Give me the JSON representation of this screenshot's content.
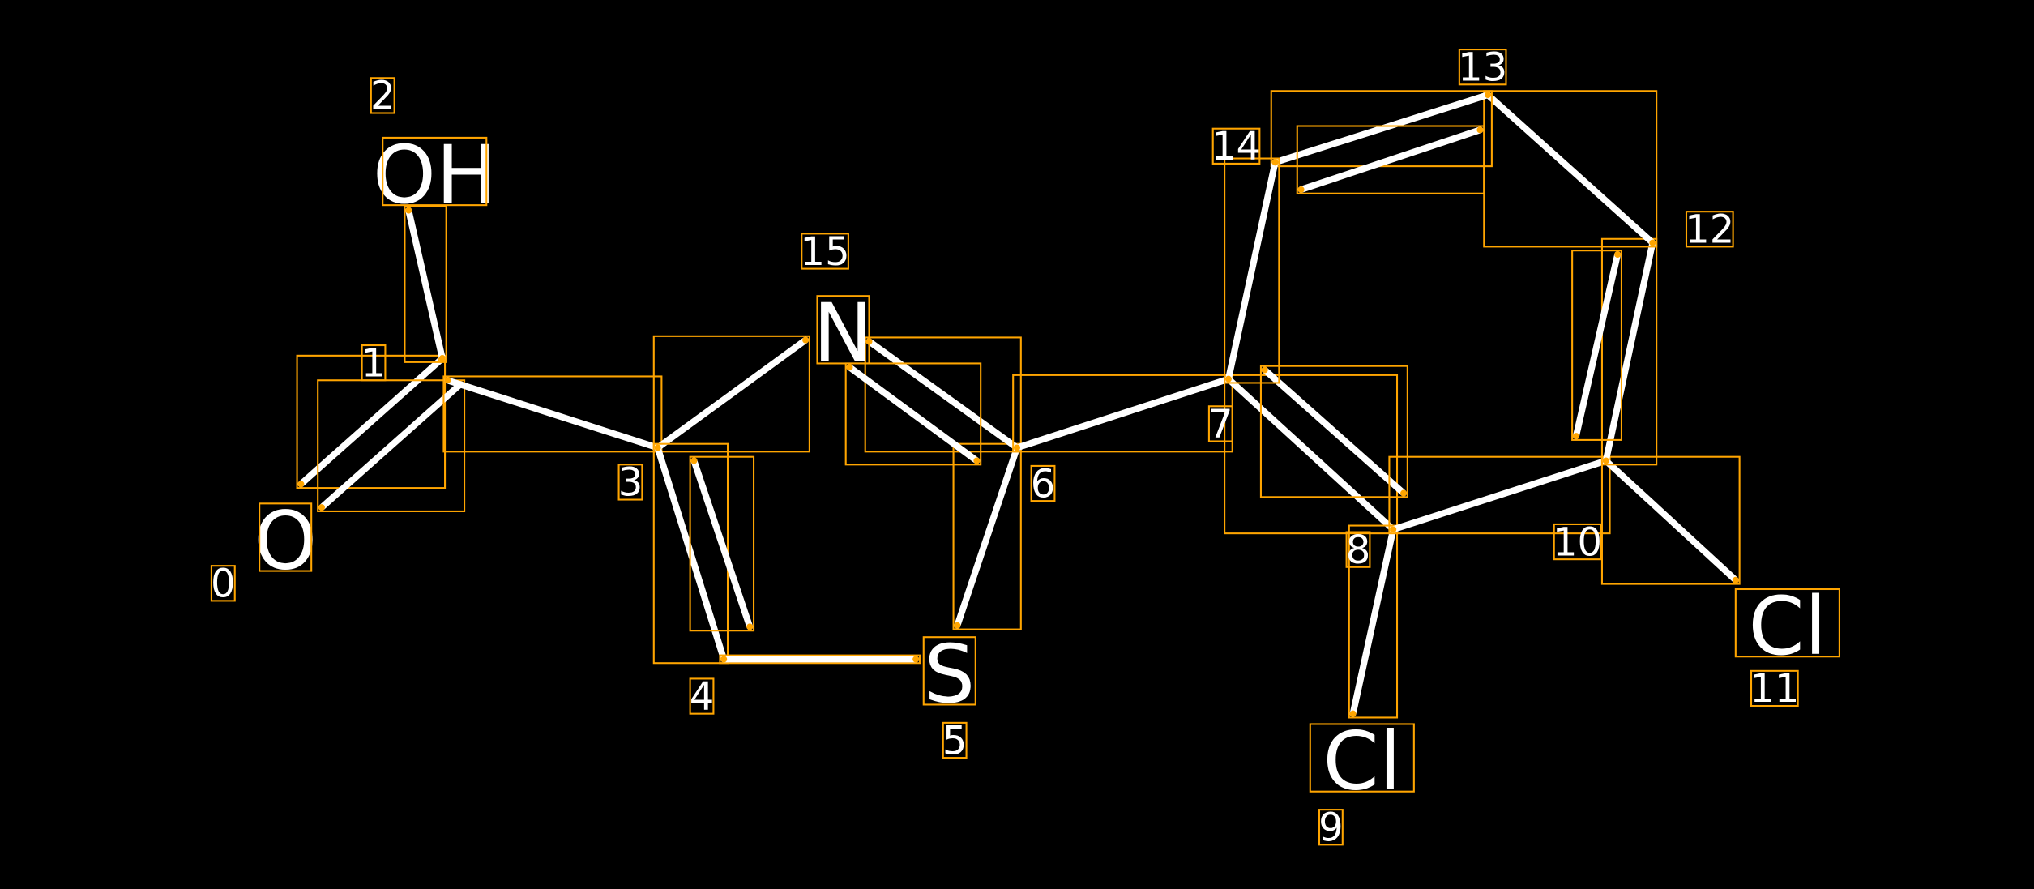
{
  "diagram": {
    "colors": {
      "background": "#000000",
      "bond": "#FFFFFF",
      "box": "#FFA500"
    },
    "atoms": [
      {
        "index": "0",
        "label": "O"
      },
      {
        "index": "1",
        "label": ""
      },
      {
        "index": "2",
        "label": "OH"
      },
      {
        "index": "3",
        "label": ""
      },
      {
        "index": "4",
        "label": ""
      },
      {
        "index": "5",
        "label": "S"
      },
      {
        "index": "6",
        "label": ""
      },
      {
        "index": "7",
        "label": ""
      },
      {
        "index": "8",
        "label": ""
      },
      {
        "index": "9",
        "label": "Cl"
      },
      {
        "index": "10",
        "label": ""
      },
      {
        "index": "11",
        "label": "Cl"
      },
      {
        "index": "12",
        "label": ""
      },
      {
        "index": "13",
        "label": ""
      },
      {
        "index": "14",
        "label": ""
      },
      {
        "index": "15",
        "label": "N"
      }
    ]
  }
}
